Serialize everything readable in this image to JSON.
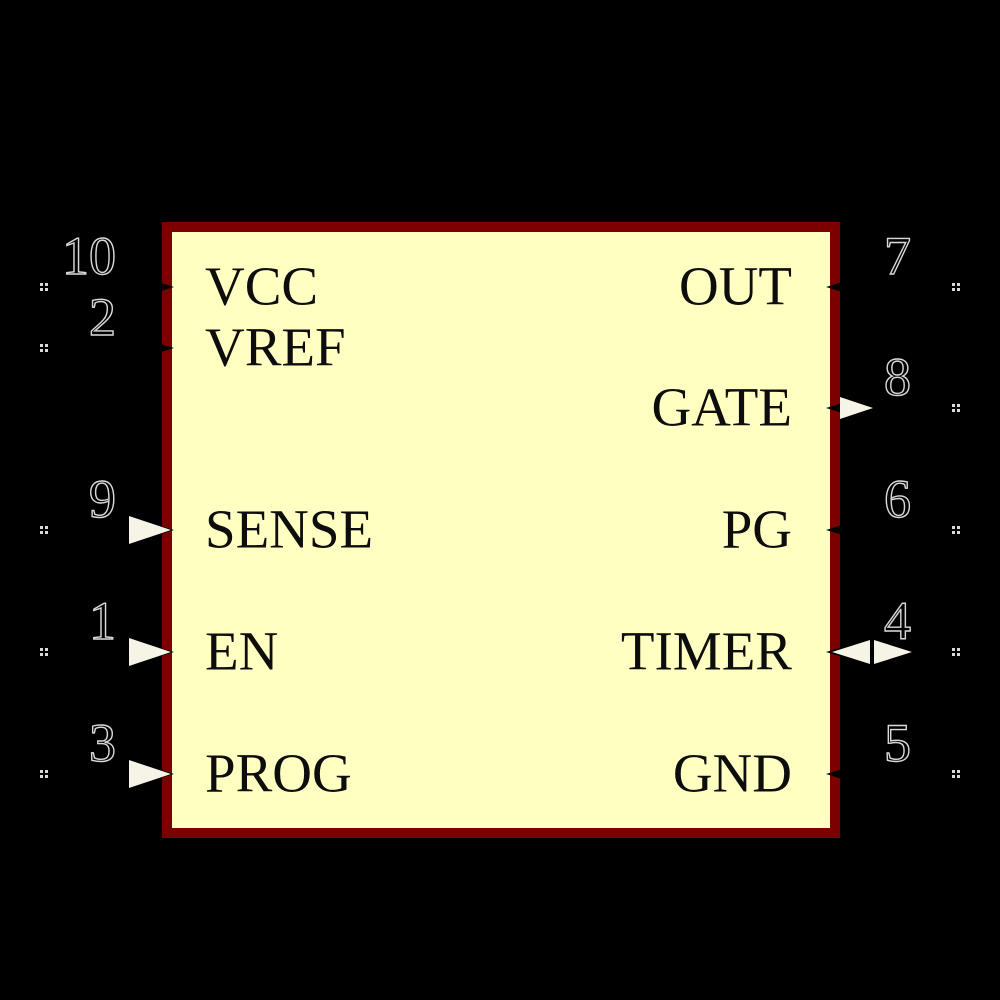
{
  "symbol": {
    "background_color": "#000000",
    "body": {
      "fill": "#FFFFC1",
      "border_color": "#7D0000"
    },
    "arrow_color": "#F6F3E7",
    "pin_number_color": "#D9D9D9",
    "pin_label_color": "#0D0D0D",
    "pins_left": [
      {
        "number": "10",
        "name": "VCC",
        "direction": "unspecified"
      },
      {
        "number": "2",
        "name": "VREF",
        "direction": "unspecified"
      },
      {
        "number": "9",
        "name": "SENSE",
        "direction": "input"
      },
      {
        "number": "1",
        "name": "EN",
        "direction": "input"
      },
      {
        "number": "3",
        "name": "PROG",
        "direction": "input"
      }
    ],
    "pins_right": [
      {
        "number": "7",
        "name": "OUT",
        "direction": "unspecified"
      },
      {
        "number": "8",
        "name": "GATE",
        "direction": "output"
      },
      {
        "number": "6",
        "name": "PG",
        "direction": "unspecified"
      },
      {
        "number": "4",
        "name": "TIMER",
        "direction": "bidirectional"
      },
      {
        "number": "5",
        "name": "GND",
        "direction": "unspecified"
      }
    ]
  }
}
